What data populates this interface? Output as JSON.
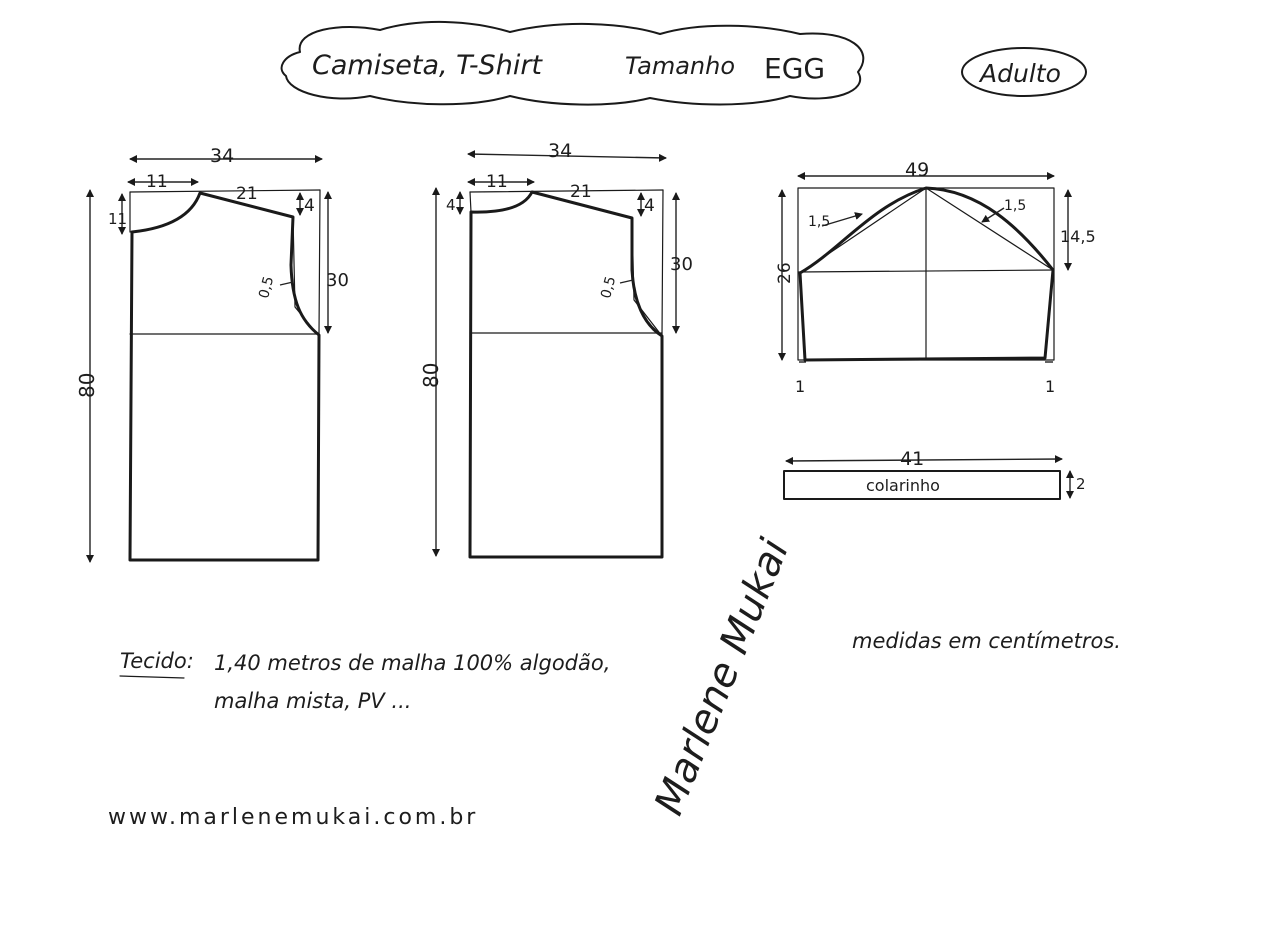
{
  "title": {
    "line1": "Camiseta, T-Shirt",
    "size_label": "Tamanho",
    "size_value": "EGG",
    "category": "Adulto"
  },
  "front_pattern": {
    "width": "34",
    "neck_width": "11",
    "shoulder": "21",
    "neck_depth": "11",
    "shoulder_drop": "4",
    "armhole_curve": "0,5",
    "armhole_depth": "30",
    "length": "80"
  },
  "back_pattern": {
    "width": "34",
    "neck_width": "11",
    "shoulder": "21",
    "neck_depth": "4",
    "shoulder_drop": "4",
    "armhole_curve": "0,5",
    "armhole_depth": "30",
    "length": "80"
  },
  "sleeve_pattern": {
    "width": "49",
    "cap_curve_left": "1,5",
    "cap_curve_right": "1,5",
    "cap_height": "14,5",
    "length": "26",
    "hem_inset_left": "1",
    "hem_inset_right": "1"
  },
  "collar": {
    "length": "41",
    "width": "2",
    "label": "colarinho"
  },
  "notes": {
    "units": "medidas em centímetros.",
    "fabric_label": "Tecido:",
    "fabric_line1": "1,40 metros de malha 100% algodão,",
    "fabric_line2": "malha mista, PV ...",
    "website": "www.marlenemukai.com.br",
    "signature": "Marlene Mukai"
  }
}
